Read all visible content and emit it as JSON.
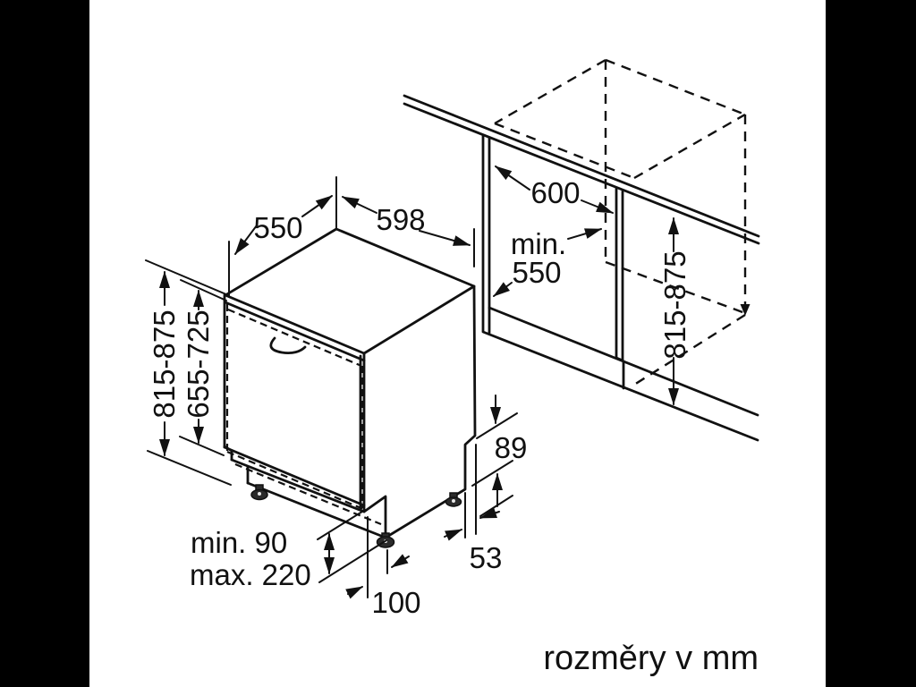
{
  "meta": {
    "footnote": "rozměry v mm",
    "diagram_type": "built-in dishwasher installation drawing"
  },
  "colors": {
    "letterbox_background": "#000000",
    "canvas": "#ffffff",
    "line": "#111111"
  },
  "dimensions": {
    "top_depth": "550",
    "top_width": "598",
    "niche_width": "600",
    "niche_depth_prefix": "min.",
    "niche_depth_value": "550",
    "appliance_height": "815-875",
    "door_panel_height": "655-725",
    "niche_height": "815-875",
    "rear_recess_height": "89",
    "rear_recess_depth": "53",
    "foot_to_front": "100",
    "plinth_min": "min. 90",
    "plinth_max": "max. 220"
  }
}
